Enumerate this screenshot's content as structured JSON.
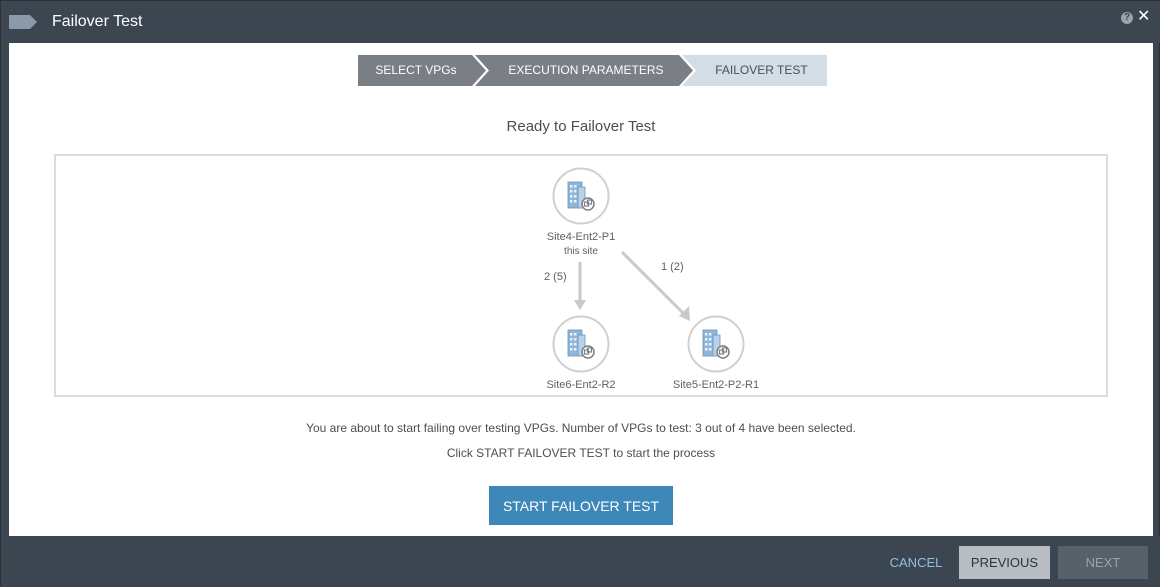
{
  "window": {
    "title": "Failover Test",
    "help_label": "?",
    "close_label": "✕"
  },
  "stepper": {
    "steps": [
      {
        "label": "SELECT VPGs",
        "state": "done"
      },
      {
        "label": "EXECUTION PARAMETERS",
        "state": "done"
      },
      {
        "label": "FAILOVER TEST",
        "state": "current"
      }
    ]
  },
  "main": {
    "heading": "Ready to Failover Test",
    "diagram": {
      "sites": [
        {
          "name": "Site4-Ent2-P1",
          "subtitle": "this site",
          "icon": "datacenter-building-icon"
        },
        {
          "name": "Site6-Ent2-R2",
          "subtitle": "",
          "icon": "datacenter-building-icon"
        },
        {
          "name": "Site5-Ent2-P2-R1",
          "subtitle": "",
          "icon": "datacenter-building-icon"
        }
      ],
      "links": [
        {
          "label": "2 (5)"
        },
        {
          "label": "1 (2)"
        }
      ]
    },
    "info_line1": "You are about to start failing over testing VPGs. Number of VPGs to test: 3 out of 4 have been selected.",
    "info_line2": "Click START FAILOVER TEST to start the process",
    "start_button": "START FAILOVER TEST"
  },
  "footer": {
    "cancel": "CANCEL",
    "previous": "PREVIOUS",
    "next": "NEXT"
  },
  "colors": {
    "chrome": "#3c4650",
    "step_done": "#7a7f85",
    "step_current": "#d3dde5",
    "primary_button": "#3d88b8",
    "link_text": "#8cc1e4"
  }
}
